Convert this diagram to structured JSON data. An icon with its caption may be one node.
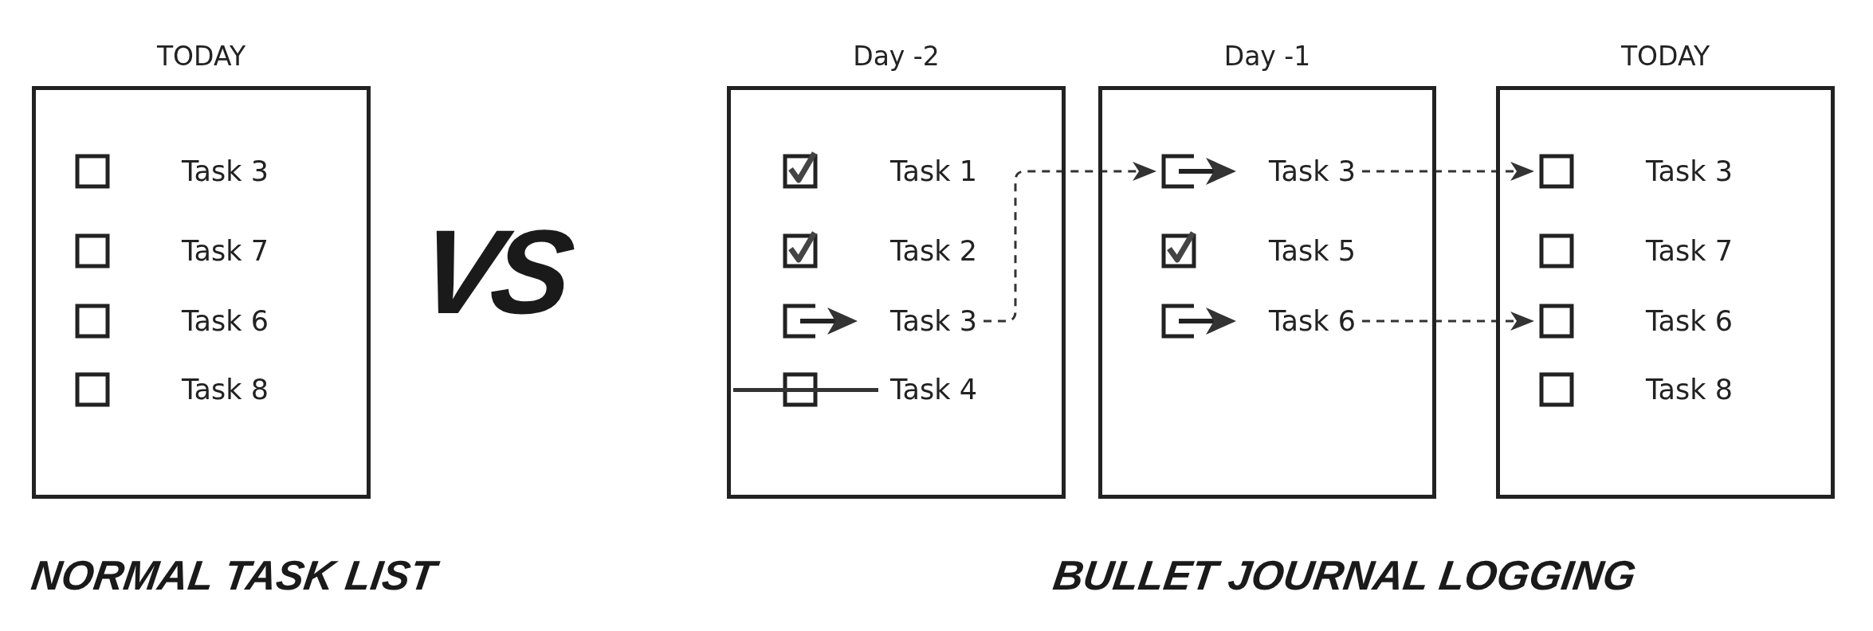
{
  "diagram": {
    "nodes": [
      {
        "text": [
          "TODAY"
        ]
      },
      {
        "text": [
          "Task 3"
        ],
        "in": 0
      },
      {
        "text": [
          "Task 7"
        ],
        "in": 0
      },
      {
        "text": [
          "Task 6"
        ],
        "in": 0
      },
      {
        "text": [
          "Task 8"
        ],
        "in": 0
      },
      {
        "text": [
          "Day -2"
        ]
      },
      {
        "text": [
          "Task 1"
        ],
        "in": 5
      },
      {
        "text": [
          "Task 2"
        ],
        "in": 5
      },
      {
        "text": [
          "Task 3"
        ],
        "in": 5
      },
      {
        "text": [
          "Task 4"
        ],
        "in": 5
      },
      {
        "text": [
          "Day -1"
        ]
      },
      {
        "text": [
          "Task 3"
        ],
        "in": 10
      },
      {
        "text": [
          "Task 5"
        ],
        "in": 10
      },
      {
        "text": [
          "Task 6"
        ],
        "in": 10
      },
      {
        "text": [
          "TODAY"
        ]
      },
      {
        "text": [
          "Task 3"
        ],
        "in": 14
      },
      {
        "text": [
          "Task 7"
        ],
        "in": 14
      },
      {
        "text": [
          "Task 6"
        ],
        "in": 14
      },
      {
        "text": [
          "Task 8"
        ],
        "in": 14
      }
    ],
    "edges": [
      {
        "from": 8,
        "to": 11,
        "arrow": "to",
        "style": "dashed"
      },
      {
        "from": 11,
        "to": 15,
        "arrow": "to",
        "style": "dashed"
      },
      {
        "from": 13,
        "to": 17,
        "arrow": "to",
        "style": "dashed"
      }
    ],
    "labels": [
      "VS",
      "NORMAL TASK LIST",
      "BULLET JOURNAL LOGGING"
    ]
  }
}
